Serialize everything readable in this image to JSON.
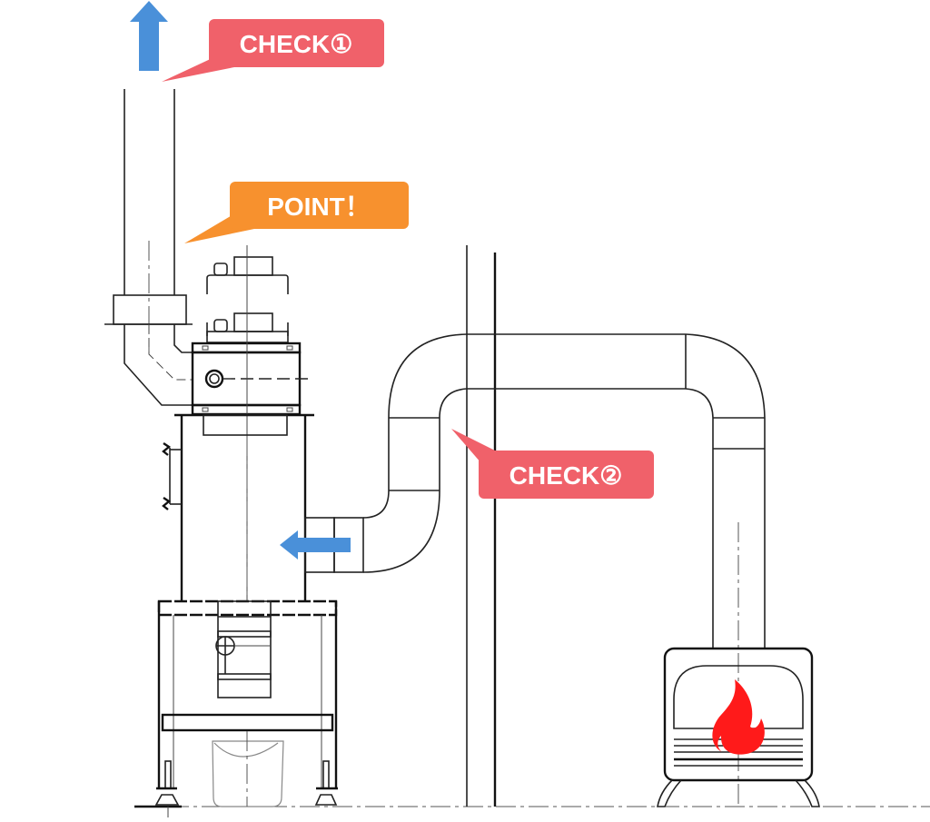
{
  "diagram": {
    "title": "Dust collector installation with wood stove flue",
    "callouts": [
      {
        "id": "check1",
        "text": "CHECK①",
        "color": "#f0616a"
      },
      {
        "id": "point",
        "text": "POINT！",
        "color": "#f7912e"
      },
      {
        "id": "check2",
        "text": "CHECK②",
        "color": "#f0616a"
      }
    ],
    "arrows": [
      {
        "id": "exhaust-up",
        "direction": "up",
        "color": "#4a90d9"
      },
      {
        "id": "inlet-left",
        "direction": "left",
        "color": "#4a90d9"
      }
    ],
    "components": [
      "exhaust-duct",
      "elbow-duct",
      "fan-motor-unit",
      "collector-body",
      "support-frame",
      "rotary-valve",
      "dust-bucket",
      "leveling-feet",
      "wall",
      "connecting-duct",
      "wood-stove"
    ],
    "flame_color": "#ff1a1a",
    "line_color": "#222222"
  }
}
